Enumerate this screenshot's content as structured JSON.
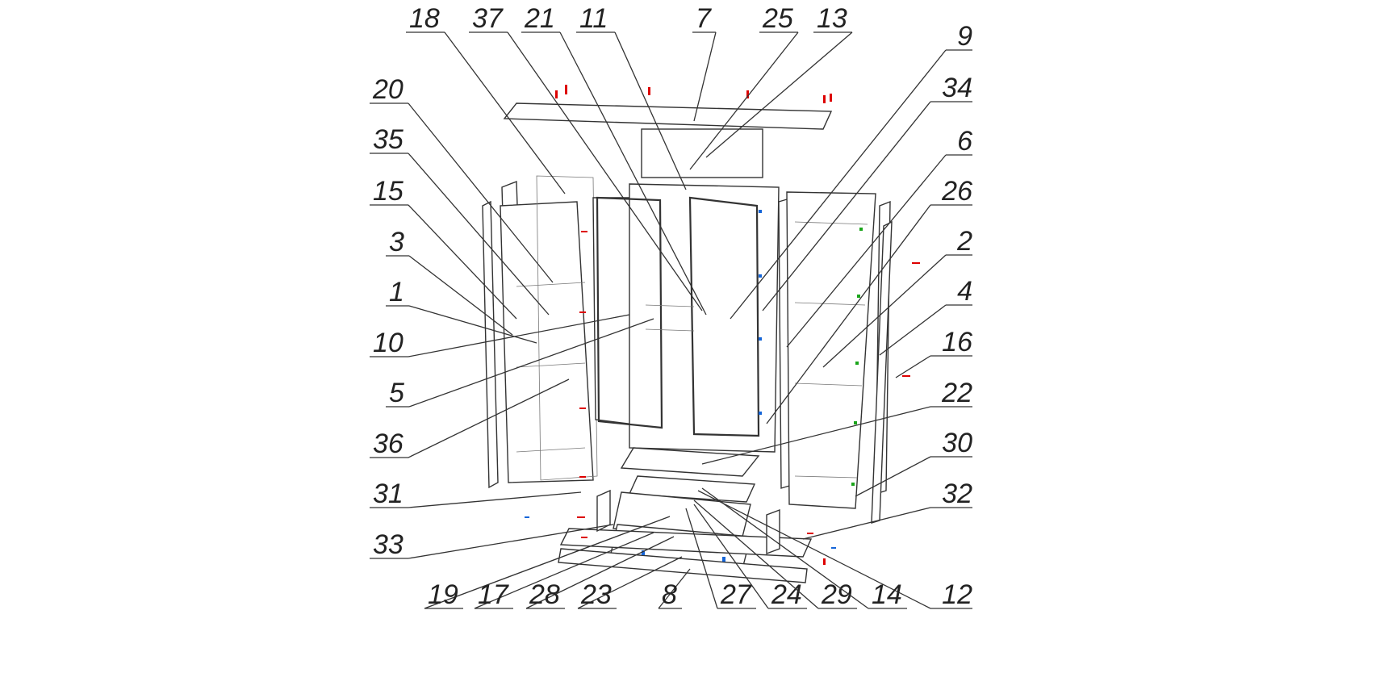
{
  "diagram": {
    "type": "exploded-assembly-view",
    "labels": [
      "18",
      "37",
      "21",
      "11",
      "7",
      "25",
      "13",
      "9",
      "34",
      "6",
      "26",
      "2",
      "4",
      "16",
      "22",
      "30",
      "32",
      "12",
      "20",
      "35",
      "15",
      "3",
      "1",
      "10",
      "5",
      "36",
      "31",
      "33",
      "19",
      "17",
      "28",
      "23",
      "8",
      "27",
      "24",
      "29",
      "14"
    ]
  }
}
